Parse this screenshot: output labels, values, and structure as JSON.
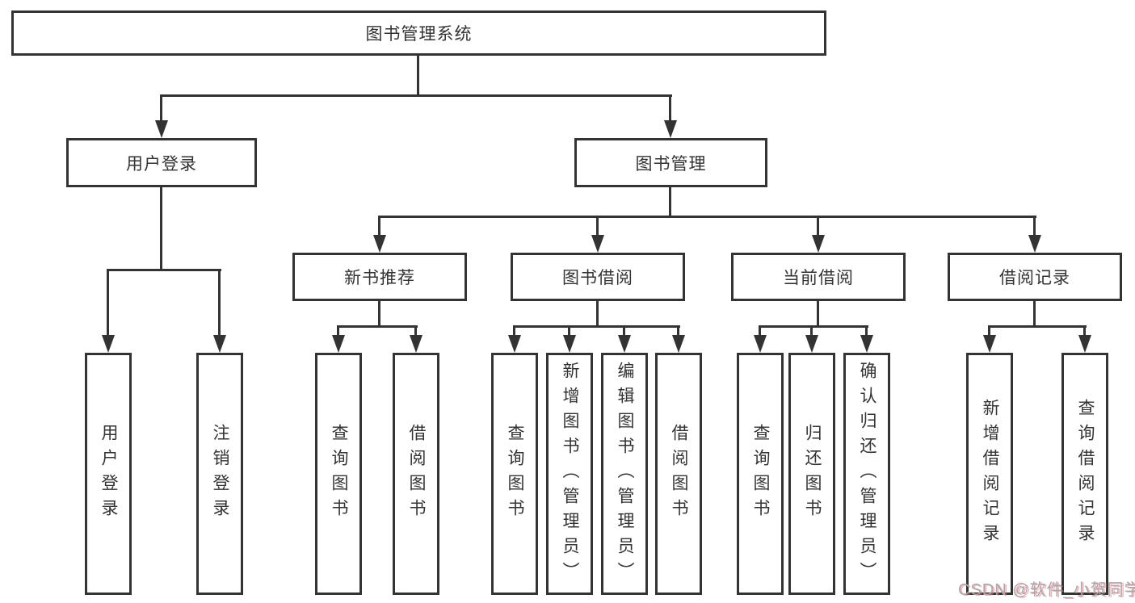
{
  "diagram": {
    "watermark": "CSDN @软件_小贺同学",
    "colors": {
      "line": "#333333",
      "text": "#333333",
      "background": "#ffffff",
      "watermark_gray": "#a8a8a8",
      "watermark_pink": "#e97687"
    },
    "tree": {
      "label": "图书管理系统",
      "children": [
        {
          "label": "用户登录",
          "children": [
            {
              "label": "用户登录"
            },
            {
              "label": "注销登录"
            }
          ]
        },
        {
          "label": "图书管理",
          "children": [
            {
              "label": "新书推荐",
              "children": [
                {
                  "label": "查询图书"
                },
                {
                  "label": "借阅图书"
                }
              ]
            },
            {
              "label": "图书借阅",
              "children": [
                {
                  "label": "查询图书"
                },
                {
                  "label": "新增图书（管理员）"
                },
                {
                  "label": "编辑图书（管理员）"
                },
                {
                  "label": "借阅图书"
                }
              ]
            },
            {
              "label": "当前借阅",
              "children": [
                {
                  "label": "查询图书"
                },
                {
                  "label": "归还图书"
                },
                {
                  "label": "确认归还（管理员）"
                }
              ]
            },
            {
              "label": "借阅记录",
              "children": [
                {
                  "label": "新增借阅记录"
                },
                {
                  "label": "查询借阅记录"
                }
              ]
            }
          ]
        }
      ]
    }
  }
}
